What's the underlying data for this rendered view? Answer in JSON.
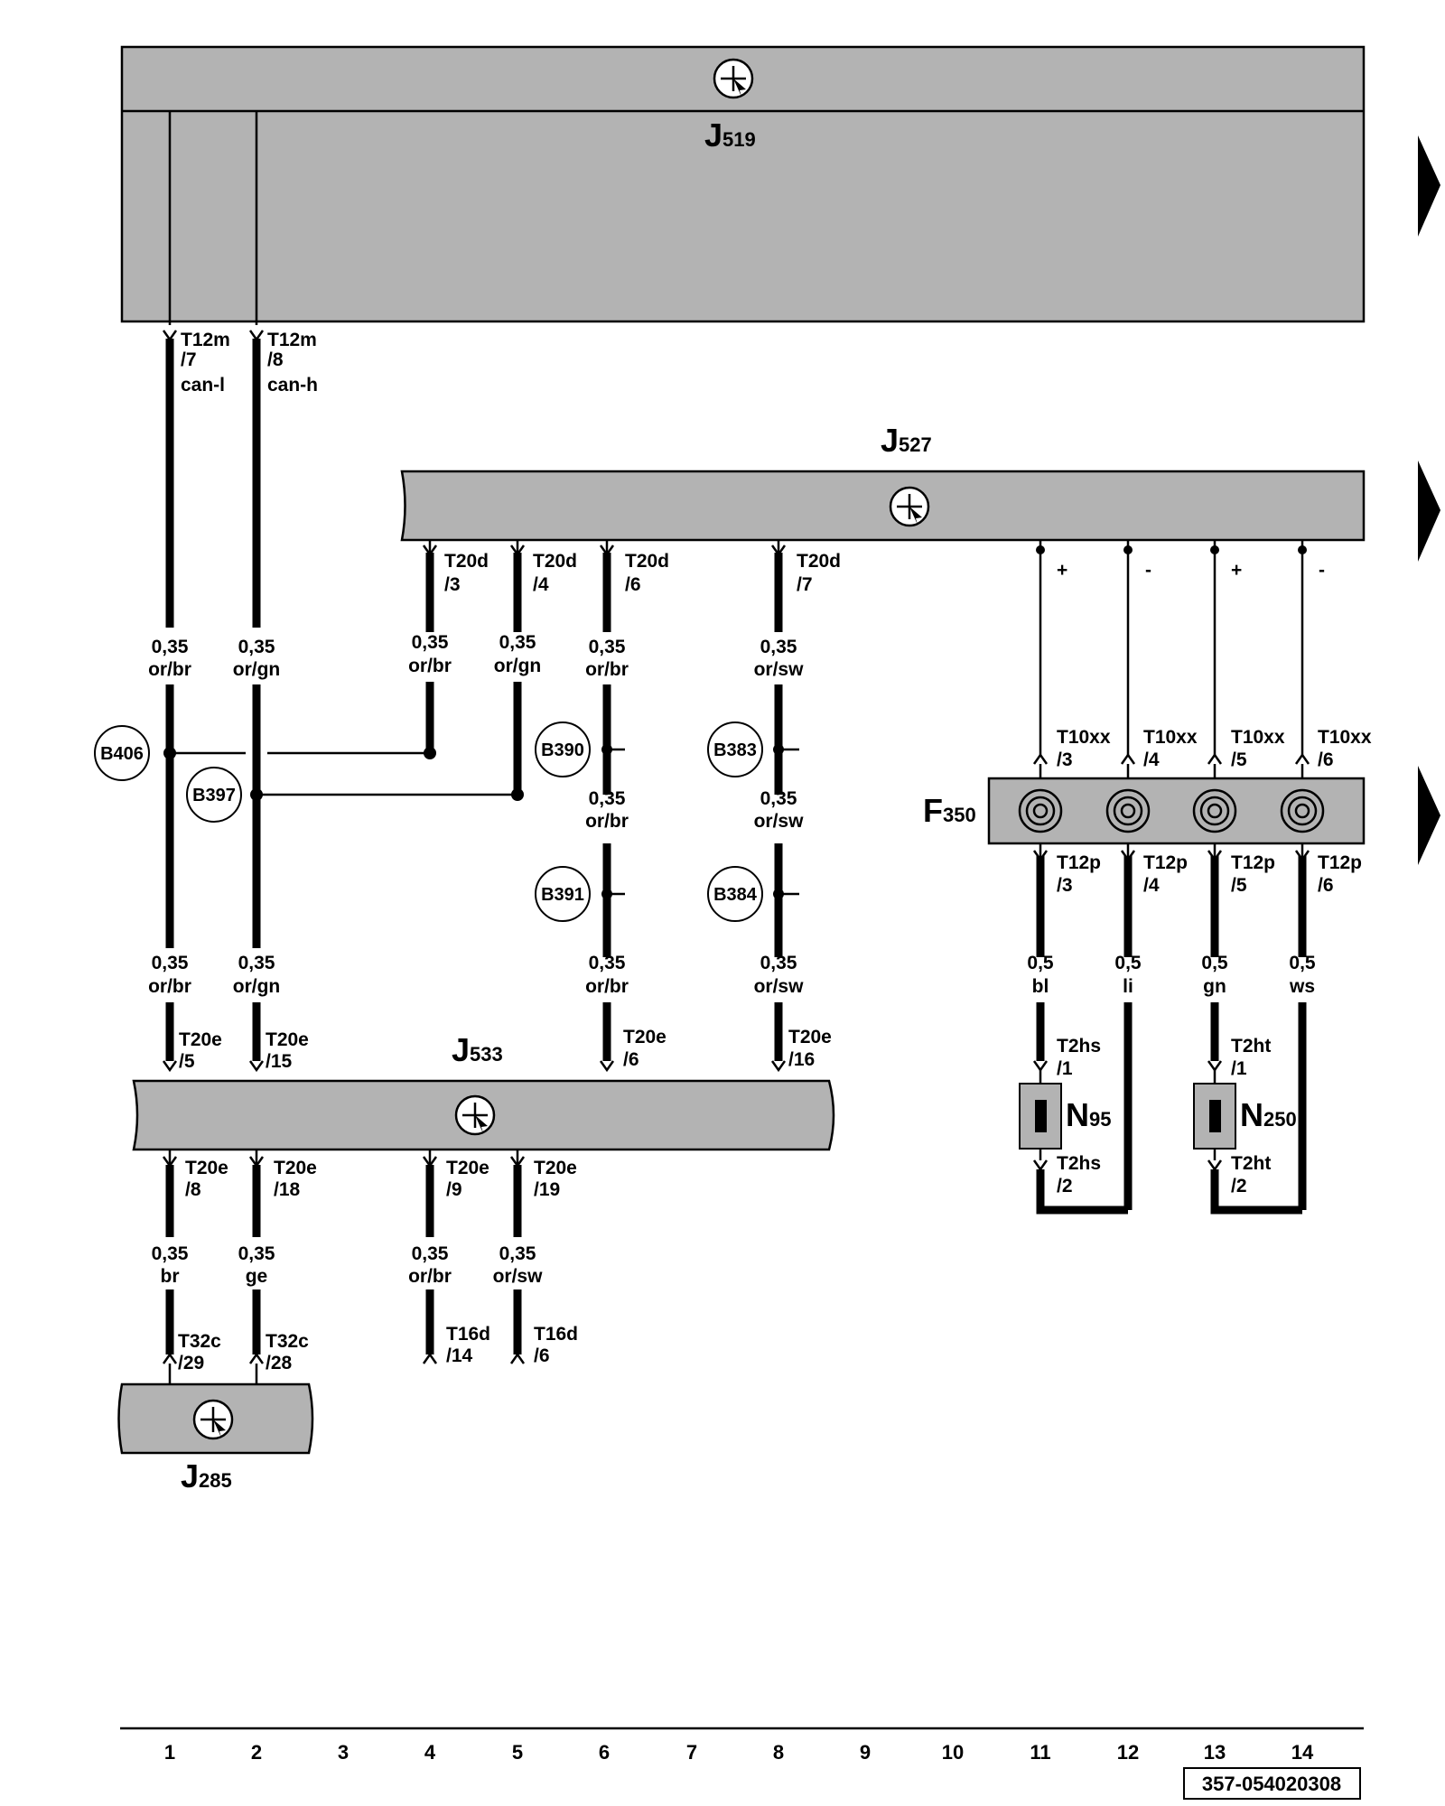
{
  "diagram": {
    "components": {
      "J519": {
        "letter": "J",
        "sub": "519"
      },
      "J527": {
        "letter": "J",
        "sub": "527"
      },
      "J533": {
        "letter": "J",
        "sub": "533"
      },
      "J285": {
        "letter": "J",
        "sub": "285"
      },
      "F350": {
        "letter": "F",
        "sub": "350"
      },
      "N95": {
        "letter": "N",
        "sub": "95"
      },
      "N250": {
        "letter": "N",
        "sub": "250"
      }
    },
    "wires_upper": [
      {
        "id": "w1",
        "conn": "T12m",
        "pin": "/7",
        "signal": "can-l",
        "size_a": "0,35",
        "color_a": "or/br",
        "size_b": "0,35",
        "color_b": "or/br",
        "bottom_conn": "T20e",
        "bottom_pin": "/5"
      },
      {
        "id": "w2",
        "conn": "T12m",
        "pin": "/8",
        "signal": "can-h",
        "size_a": "0,35",
        "color_a": "or/gn",
        "size_b": "0,35",
        "color_b": "or/gn",
        "bottom_conn": "T20e",
        "bottom_pin": "/15"
      }
    ],
    "wires_j527": [
      {
        "id": "w4",
        "conn": "T20d",
        "pin": "/3",
        "size": "0,35",
        "color": "or/br"
      },
      {
        "id": "w5",
        "conn": "T20d",
        "pin": "/4",
        "size": "0,35",
        "color": "or/gn"
      },
      {
        "id": "w6",
        "conn": "T20d",
        "pin": "/6",
        "size": "0,35",
        "color": "or/br",
        "size_mid": "0,35",
        "color_mid": "or/br",
        "size_low": "0,35",
        "color_low": "or/br",
        "bottom_conn": "T20e",
        "bottom_pin": "/6"
      },
      {
        "id": "w8",
        "conn": "T20d",
        "pin": "/7",
        "size": "0,35",
        "color": "or/sw",
        "size_mid": "0,35",
        "color_mid": "or/sw",
        "size_low": "0,35",
        "color_low": "or/sw",
        "bottom_conn": "T20e",
        "bottom_pin": "/16"
      }
    ],
    "splices": [
      "B406",
      "B397",
      "B390",
      "B383",
      "B391",
      "B384"
    ],
    "f350_top": [
      {
        "conn": "T10xx",
        "pin": "/3",
        "sign": "+"
      },
      {
        "conn": "T10xx",
        "pin": "/4",
        "sign": "-"
      },
      {
        "conn": "T10xx",
        "pin": "/5",
        "sign": "+"
      },
      {
        "conn": "T10xx",
        "pin": "/6",
        "sign": "-"
      }
    ],
    "f350_bottom": [
      {
        "conn": "T12p",
        "pin": "/3",
        "size": "0,5",
        "color": "bl"
      },
      {
        "conn": "T12p",
        "pin": "/4",
        "size": "0,5",
        "color": "li"
      },
      {
        "conn": "T12p",
        "pin": "/5",
        "size": "0,5",
        "color": "gn"
      },
      {
        "conn": "T12p",
        "pin": "/6",
        "size": "0,5",
        "color": "ws"
      }
    ],
    "n95": {
      "top_conn": "T2hs",
      "top_pin": "/1",
      "bot_conn": "T2hs",
      "bot_pin": "/2"
    },
    "n250": {
      "top_conn": "T2ht",
      "top_pin": "/1",
      "bot_conn": "T2ht",
      "bot_pin": "/2"
    },
    "j533_bottom": [
      {
        "conn": "T20e",
        "pin": "/8",
        "size": "0,35",
        "color": "br",
        "end_conn": "T32c",
        "end_pin": "/29"
      },
      {
        "conn": "T20e",
        "pin": "/18",
        "size": "0,35",
        "color": "ge",
        "end_conn": "T32c",
        "end_pin": "/28"
      },
      {
        "conn": "T20e",
        "pin": "/9",
        "size": "0,35",
        "color": "or/br",
        "end_conn": "T16d",
        "end_pin": "/14"
      },
      {
        "conn": "T20e",
        "pin": "/19",
        "size": "0,35",
        "color": "or/sw",
        "end_conn": "T16d",
        "end_pin": "/6"
      }
    ],
    "columns": [
      "1",
      "2",
      "3",
      "4",
      "5",
      "6",
      "7",
      "8",
      "9",
      "10",
      "11",
      "12",
      "13",
      "14"
    ],
    "doc_number": "357-054020308"
  }
}
